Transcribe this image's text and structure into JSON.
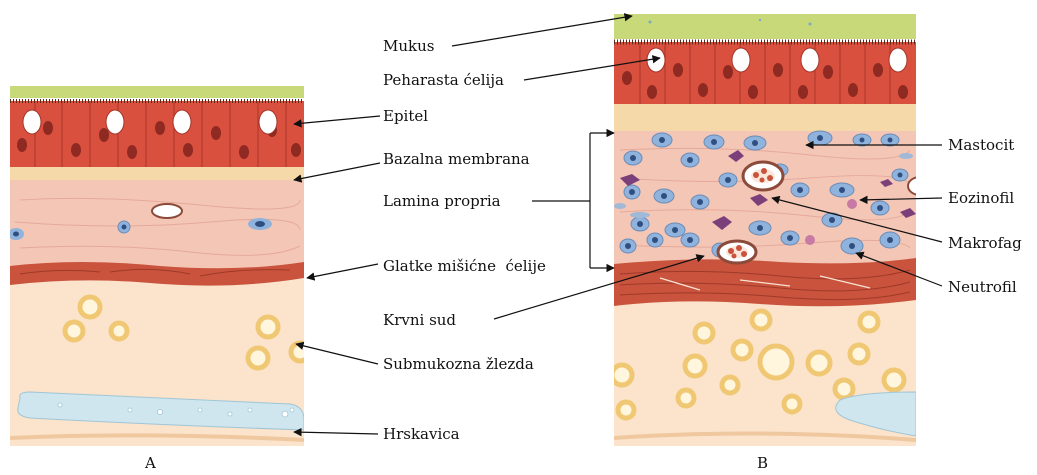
{
  "labels_left": {
    "mukus": "Mukus",
    "peharasta": "Peharasta ćelija",
    "epitel": "Epitel",
    "bazalna": "Bazalna membrana",
    "lamina": "Lamina propria",
    "glatke": "Glatke mišićne  ćelije",
    "krvni": "Krvni sud",
    "submukozna": "Submukozna žlezda",
    "hrskavica": "Hrskavica"
  },
  "labels_right": {
    "mastocit": "Mastocit",
    "eozinofil": "Eozinofil",
    "makrofag": "Makrofag",
    "neutrofil": "Neutrofil"
  },
  "panels": {
    "a": "A",
    "b": "B"
  },
  "colors": {
    "mucus": "#c8d97a",
    "epithelium": "#d9503f",
    "basal": "#f6d9a8",
    "lamina": "#f4c6b6",
    "muscle": "#c9533d",
    "submucosa": "#fbe3cc",
    "gland": "#f0c873",
    "cartilage": "#cfe6ef",
    "mast_cell": "#8fb3dc",
    "macrophage": "#7b3f7a"
  }
}
